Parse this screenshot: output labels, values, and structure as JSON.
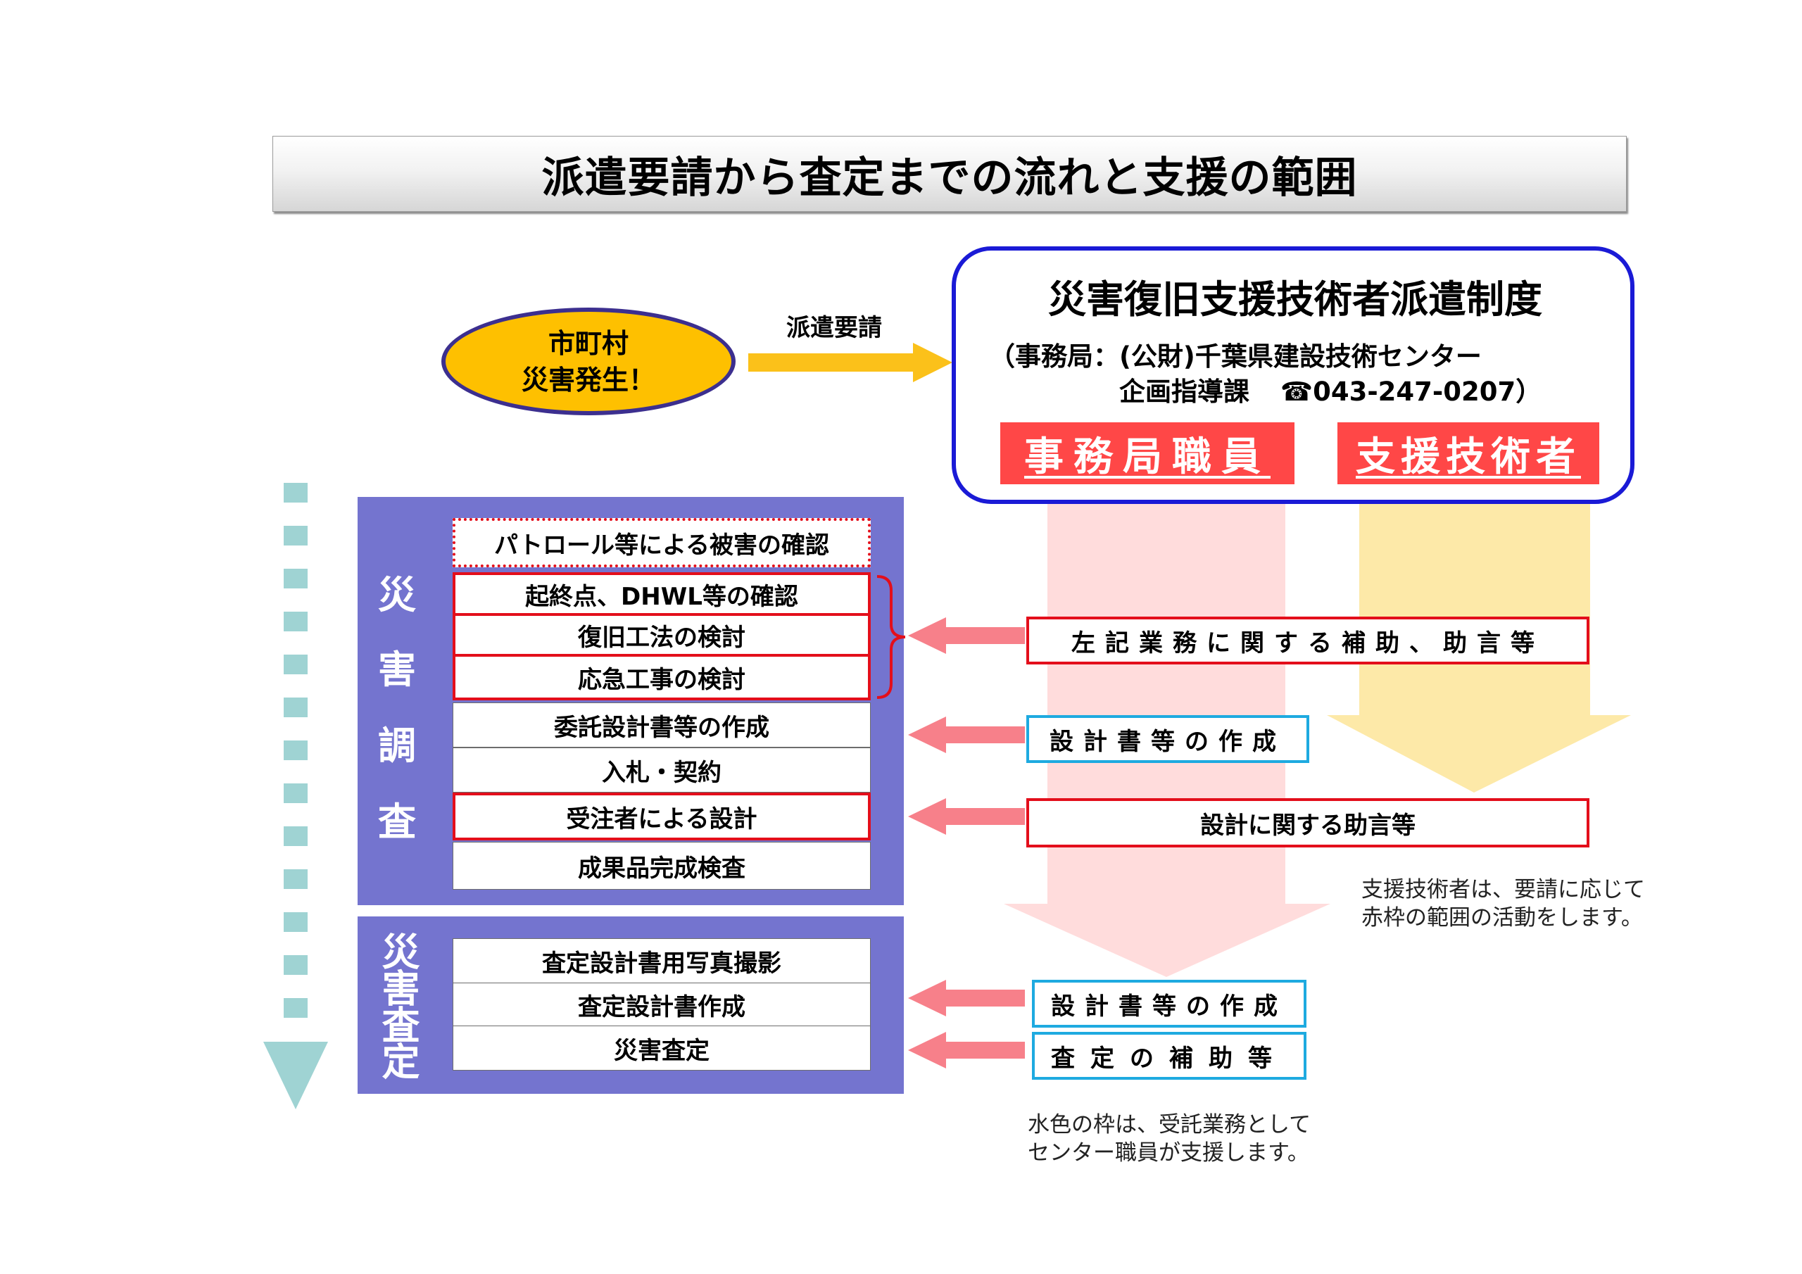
{
  "title": "派遣要請から査定までの流れと支援の範囲",
  "municipality": {
    "line1": "市町村",
    "line2": "災害発生！"
  },
  "request_label": "派遣要請",
  "system": {
    "title": "災害復旧支援技術者派遣制度",
    "office_line1": "（事務局：(公財)千葉県建設技術センター",
    "office_dept": "企画指導課",
    "office_phone": "☎043-247-0207）",
    "staff_tag": "事務局職員",
    "tech_tag": "支援技術者"
  },
  "survey": {
    "label_chars": [
      "災",
      "害",
      "調",
      "査"
    ],
    "steps": [
      "パトロール等による被害の確認",
      "起終点、DHWL等の確認",
      "復旧工法の検討",
      "応急工事の検討",
      "委託設計書等の作成",
      "入札・契約",
      "受注者による設計",
      "成果品完成検査"
    ]
  },
  "assessment": {
    "label": "災害査定",
    "steps": [
      "査定設計書用写真撮影",
      "査定設計書作成",
      "災害査定"
    ]
  },
  "support": {
    "assist_advice": "左記業務に関する補助、助言等",
    "design_docs": "設計書等の作成",
    "design_advice": "設計に関する助言等",
    "design_docs_2": "設計書等の作成",
    "assessment_assist": "査定の補助等"
  },
  "notes": {
    "tech_note_line1": "支援技術者は、要請に応じて",
    "tech_note_line2": "赤枠の範囲の活動をします。",
    "cyan_note_line1": "水色の枠は、受託業務として",
    "cyan_note_line2": "センター職員が支援します。"
  },
  "colors": {
    "ellipse_fill": "#fec000",
    "ellipse_border": "#3c2f8f",
    "system_border": "#1a1ad6",
    "red_tag": "#ff4747",
    "panel": "#7474cf",
    "red_frame": "#e30e1b",
    "cyan_frame": "#1eaae0",
    "pink_flow": "#ffd9d9",
    "yellow_flow": "#fce9a6",
    "arrow_pink": "#f7808a",
    "arrow_yellow": "#fbc11a",
    "dotted_arrow": "#9fd3d3"
  }
}
